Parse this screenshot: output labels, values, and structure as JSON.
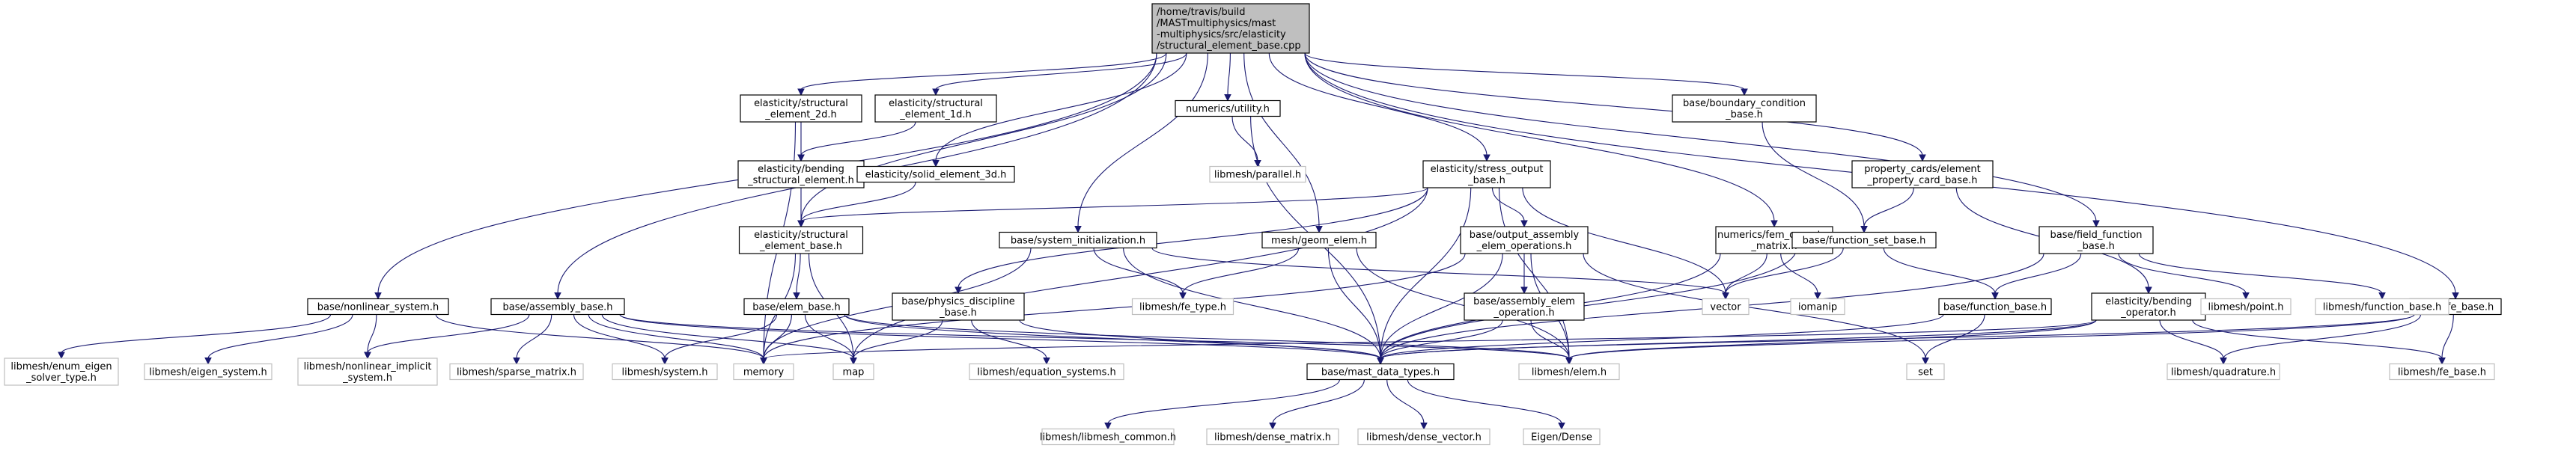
{
  "graph": {
    "type": "include-dependency-graph",
    "edge_color": "#191970",
    "nodes": [
      {
        "id": "root",
        "kind": "root",
        "lines": [
          "/home/travis/build",
          "/MASTmultiphysics/mast",
          "-multiphysics/src/elasticity",
          "/structural_element_base.cpp"
        ]
      },
      {
        "id": "se2d",
        "kind": "local",
        "lines": [
          "elasticity/structural",
          "_element_2d.h"
        ]
      },
      {
        "id": "se1d",
        "kind": "local",
        "lines": [
          "elasticity/structural",
          "_element_1d.h"
        ]
      },
      {
        "id": "bend",
        "kind": "local",
        "lines": [
          "elasticity/bending",
          "_structural_element.h"
        ]
      },
      {
        "id": "solid",
        "kind": "local",
        "lines": [
          "elasticity/solid_element_3d.h"
        ]
      },
      {
        "id": "seb",
        "kind": "local",
        "lines": [
          "elasticity/structural",
          "_element_base.h"
        ]
      },
      {
        "id": "util",
        "kind": "local",
        "lines": [
          "numerics/utility.h"
        ]
      },
      {
        "id": "parallel",
        "kind": "ext",
        "lines": [
          "libmesh/parallel.h"
        ]
      },
      {
        "id": "sysinit",
        "kind": "local",
        "lines": [
          "base/system_initialization.h"
        ]
      },
      {
        "id": "geom",
        "kind": "local",
        "lines": [
          "mesh/geom_elem.h"
        ]
      },
      {
        "id": "stress",
        "kind": "local",
        "lines": [
          "elasticity/stress_output",
          "_base.h"
        ]
      },
      {
        "id": "outassem",
        "kind": "local",
        "lines": [
          "base/output_assembly",
          "_elem_operations.h"
        ]
      },
      {
        "id": "assemop",
        "kind": "local",
        "lines": [
          "base/assembly_elem",
          "_operation.h"
        ]
      },
      {
        "id": "physdisc",
        "kind": "local",
        "lines": [
          "base/physics_discipline",
          "_base.h"
        ]
      },
      {
        "id": "nonlin",
        "kind": "local",
        "lines": [
          "base/nonlinear_system.h"
        ]
      },
      {
        "id": "assembly",
        "kind": "local",
        "lines": [
          "base/assembly_base.h"
        ]
      },
      {
        "id": "elembase",
        "kind": "local",
        "lines": [
          "base/elem_base.h"
        ]
      },
      {
        "id": "bcbase",
        "kind": "local",
        "lines": [
          "base/boundary_condition",
          "_base.h"
        ]
      },
      {
        "id": "femop",
        "kind": "local",
        "lines": [
          "numerics/fem_operator",
          "_matrix.h"
        ]
      },
      {
        "id": "propcard",
        "kind": "local",
        "lines": [
          "property_cards/element",
          "_property_card_base.h"
        ]
      },
      {
        "id": "fsetbase",
        "kind": "local",
        "lines": [
          "base/function_set_base.h"
        ]
      },
      {
        "id": "fieldfn",
        "kind": "local",
        "lines": [
          "base/field_function",
          "_base.h"
        ]
      },
      {
        "id": "fnbase",
        "kind": "local",
        "lines": [
          "base/function_base.h"
        ]
      },
      {
        "id": "bendop",
        "kind": "local",
        "lines": [
          "elasticity/bending",
          "_operator.h"
        ]
      },
      {
        "id": "febase",
        "kind": "local",
        "lines": [
          "mesh/fe_base.h"
        ]
      },
      {
        "id": "mdt",
        "kind": "local",
        "lines": [
          "base/mast_data_types.h"
        ]
      },
      {
        "id": "fetype",
        "kind": "ext",
        "lines": [
          "libmesh/fe_type.h"
        ]
      },
      {
        "id": "vector",
        "kind": "ext",
        "lines": [
          "vector"
        ]
      },
      {
        "id": "iomanip",
        "kind": "ext",
        "lines": [
          "iomanip"
        ]
      },
      {
        "id": "point",
        "kind": "ext",
        "lines": [
          "libmesh/point.h"
        ]
      },
      {
        "id": "lmfnbase",
        "kind": "ext",
        "lines": [
          "libmesh/function_base.h"
        ]
      },
      {
        "id": "eigsolver",
        "kind": "ext",
        "lines": [
          "libmesh/enum_eigen",
          "_solver_type.h"
        ]
      },
      {
        "id": "eigsys",
        "kind": "ext",
        "lines": [
          "libmesh/eigen_system.h"
        ]
      },
      {
        "id": "nlimplicit",
        "kind": "ext",
        "lines": [
          "libmesh/nonlinear_implicit",
          "_system.h"
        ]
      },
      {
        "id": "sparse",
        "kind": "ext",
        "lines": [
          "libmesh/sparse_matrix.h"
        ]
      },
      {
        "id": "system",
        "kind": "ext",
        "lines": [
          "libmesh/system.h"
        ]
      },
      {
        "id": "memory",
        "kind": "ext",
        "lines": [
          "memory"
        ]
      },
      {
        "id": "map",
        "kind": "ext",
        "lines": [
          "map"
        ]
      },
      {
        "id": "eqsys",
        "kind": "ext",
        "lines": [
          "libmesh/equation_systems.h"
        ]
      },
      {
        "id": "elem",
        "kind": "ext",
        "lines": [
          "libmesh/elem.h"
        ]
      },
      {
        "id": "set",
        "kind": "ext",
        "lines": [
          "set"
        ]
      },
      {
        "id": "quad",
        "kind": "ext",
        "lines": [
          "libmesh/quadrature.h"
        ]
      },
      {
        "id": "lmfebase",
        "kind": "ext",
        "lines": [
          "libmesh/fe_base.h"
        ]
      },
      {
        "id": "lmcommon",
        "kind": "ext",
        "lines": [
          "libmesh/libmesh_common.h"
        ]
      },
      {
        "id": "densemat",
        "kind": "ext",
        "lines": [
          "libmesh/dense_matrix.h"
        ]
      },
      {
        "id": "densevec",
        "kind": "ext",
        "lines": [
          "libmesh/dense_vector.h"
        ]
      },
      {
        "id": "eigdense",
        "kind": "ext",
        "lines": [
          "Eigen/Dense"
        ]
      }
    ],
    "edges": [
      [
        "root",
        "se2d"
      ],
      [
        "root",
        "se1d"
      ],
      [
        "root",
        "util"
      ],
      [
        "root",
        "geom"
      ],
      [
        "root",
        "solid"
      ],
      [
        "root",
        "seb"
      ],
      [
        "root",
        "sysinit"
      ],
      [
        "root",
        "stress"
      ],
      [
        "root",
        "bcbase"
      ],
      [
        "root",
        "femop"
      ],
      [
        "root",
        "propcard"
      ],
      [
        "root",
        "fieldfn"
      ],
      [
        "root",
        "febase"
      ],
      [
        "root",
        "nonlin"
      ],
      [
        "root",
        "assembly"
      ],
      [
        "se2d",
        "bend"
      ],
      [
        "se2d",
        "memory"
      ],
      [
        "se1d",
        "bend"
      ],
      [
        "bend",
        "seb"
      ],
      [
        "solid",
        "seb"
      ],
      [
        "seb",
        "elembase"
      ],
      [
        "seb",
        "memory"
      ],
      [
        "seb",
        "map"
      ],
      [
        "util",
        "parallel"
      ],
      [
        "util",
        "mdt"
      ],
      [
        "sysinit",
        "fetype"
      ],
      [
        "sysinit",
        "vector"
      ],
      [
        "sysinit",
        "mdt"
      ],
      [
        "sysinit",
        "memory"
      ],
      [
        "geom",
        "fetype"
      ],
      [
        "geom",
        "mdt"
      ],
      [
        "geom",
        "elem"
      ],
      [
        "stress",
        "seb"
      ],
      [
        "stress",
        "outassem"
      ],
      [
        "stress",
        "physdisc"
      ],
      [
        "stress",
        "vector"
      ],
      [
        "stress",
        "map"
      ],
      [
        "stress",
        "mdt"
      ],
      [
        "stress",
        "elem"
      ],
      [
        "outassem",
        "assemop"
      ],
      [
        "outassem",
        "mdt"
      ],
      [
        "outassem",
        "elem"
      ],
      [
        "outassem",
        "set"
      ],
      [
        "outassem",
        "memory"
      ],
      [
        "assemop",
        "mdt"
      ],
      [
        "assemop",
        "elem"
      ],
      [
        "physdisc",
        "mdt"
      ],
      [
        "physdisc",
        "eqsys"
      ],
      [
        "physdisc",
        "map"
      ],
      [
        "nonlin",
        "eigsolver"
      ],
      [
        "nonlin",
        "eigsys"
      ],
      [
        "nonlin",
        "nlimplicit"
      ],
      [
        "nonlin",
        "memory"
      ],
      [
        "assembly",
        "nlimplicit"
      ],
      [
        "assembly",
        "sparse"
      ],
      [
        "assembly",
        "system"
      ],
      [
        "assembly",
        "memory"
      ],
      [
        "assembly",
        "map"
      ],
      [
        "assembly",
        "mdt"
      ],
      [
        "assembly",
        "elem"
      ],
      [
        "elembase",
        "system"
      ],
      [
        "elembase",
        "memory"
      ],
      [
        "elembase",
        "map"
      ],
      [
        "elembase",
        "mdt"
      ],
      [
        "elembase",
        "elem"
      ],
      [
        "bcbase",
        "fsetbase"
      ],
      [
        "femop",
        "vector"
      ],
      [
        "femop",
        "iomanip"
      ],
      [
        "femop",
        "mdt"
      ],
      [
        "propcard",
        "fsetbase"
      ],
      [
        "propcard",
        "bendop"
      ],
      [
        "fsetbase",
        "vector"
      ],
      [
        "fsetbase",
        "fnbase"
      ],
      [
        "fsetbase",
        "mdt"
      ],
      [
        "fieldfn",
        "fnbase"
      ],
      [
        "fieldfn",
        "point"
      ],
      [
        "fieldfn",
        "lmfnbase"
      ],
      [
        "fieldfn",
        "mdt"
      ],
      [
        "fnbase",
        "set"
      ],
      [
        "fnbase",
        "mdt"
      ],
      [
        "bendop",
        "mdt"
      ],
      [
        "bendop",
        "elem"
      ],
      [
        "bendop",
        "quad"
      ],
      [
        "bendop",
        "lmfebase"
      ],
      [
        "bendop",
        "memory"
      ],
      [
        "febase",
        "mdt"
      ],
      [
        "febase",
        "elem"
      ],
      [
        "febase",
        "quad"
      ],
      [
        "febase",
        "lmfebase"
      ],
      [
        "mdt",
        "lmcommon"
      ],
      [
        "mdt",
        "densemat"
      ],
      [
        "mdt",
        "densevec"
      ],
      [
        "mdt",
        "eigdense"
      ]
    ]
  }
}
